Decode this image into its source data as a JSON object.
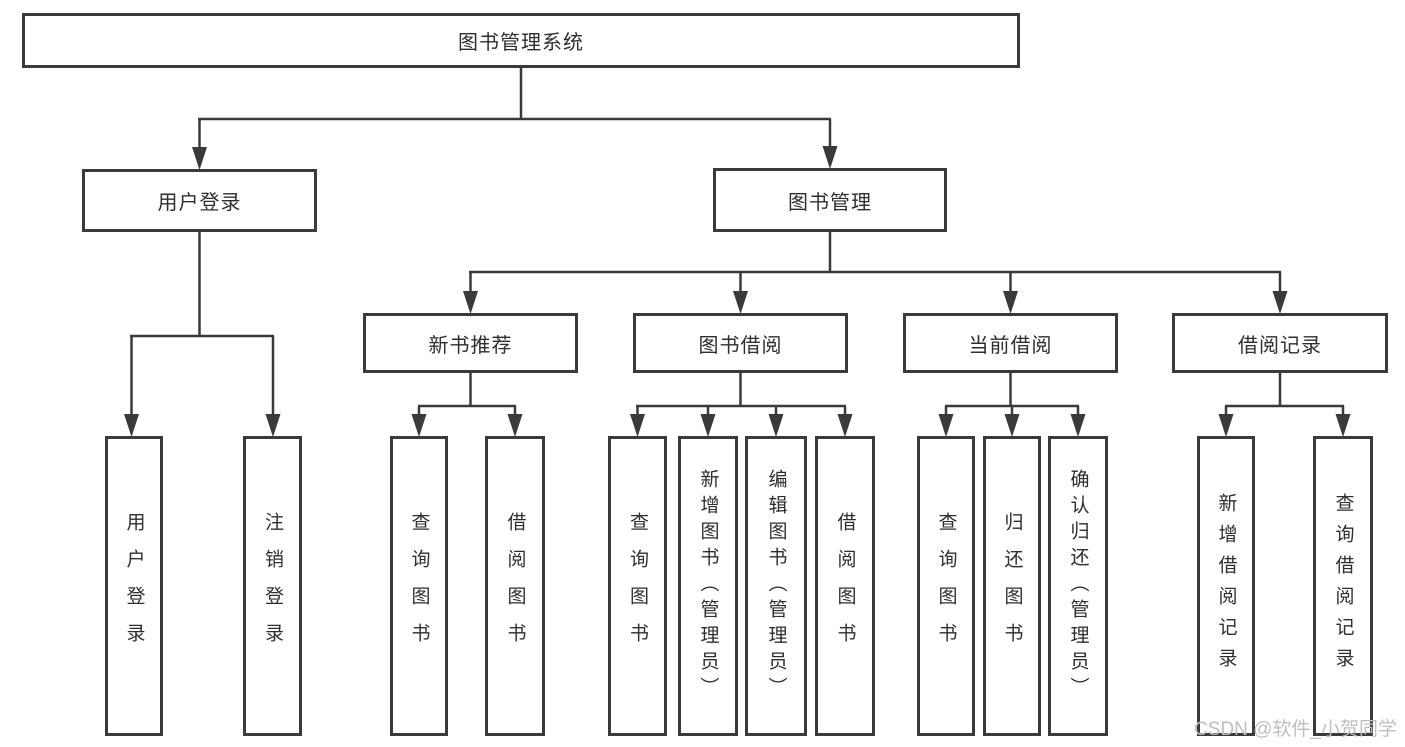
{
  "diagram": {
    "root": {
      "label": "图书管理系统"
    },
    "branches": [
      {
        "label": "用户登录",
        "children": [
          {
            "label": "用户登录"
          },
          {
            "label": "注销登录"
          }
        ]
      },
      {
        "label": "图书管理",
        "children": [
          {
            "label": "新书推荐",
            "children": [
              {
                "label": "查询图书"
              },
              {
                "label": "借阅图书"
              }
            ]
          },
          {
            "label": "图书借阅",
            "children": [
              {
                "label": "查询图书"
              },
              {
                "label": "新增图书（管理员）"
              },
              {
                "label": "编辑图书（管理员）"
              },
              {
                "label": "借阅图书"
              }
            ]
          },
          {
            "label": "当前借阅",
            "children": [
              {
                "label": "查询图书"
              },
              {
                "label": "归还图书"
              },
              {
                "label": "确认归还（管理员）"
              }
            ]
          },
          {
            "label": "借阅记录",
            "children": [
              {
                "label": "新增借阅记录"
              },
              {
                "label": "查询借阅记录"
              }
            ]
          }
        ]
      }
    ]
  },
  "watermark": {
    "text": "CSDN @软件_小贺同学"
  },
  "colors": {
    "line": "#3a3a3a",
    "box-border": "#3a3a3a",
    "text": "#2e2e2e",
    "watermark": "#bfbfbf",
    "background": "#ffffff"
  }
}
